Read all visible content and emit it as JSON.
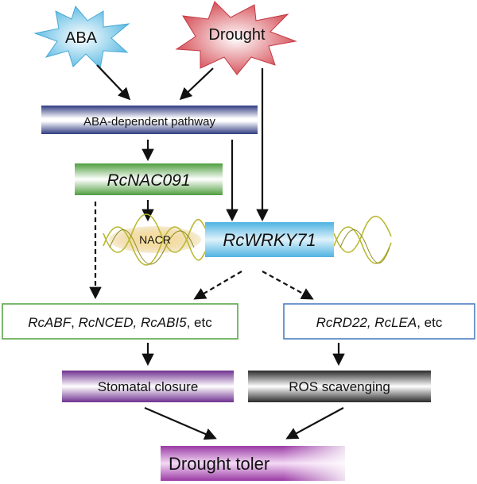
{
  "nodes": {
    "aba": {
      "label": "ABA"
    },
    "drought": {
      "label": "Drought"
    },
    "aba_pathway": {
      "label": "ABA-dependent pathway"
    },
    "rcnac091": {
      "label": "RcNAC091"
    },
    "nacr": {
      "label": "NACR"
    },
    "rcwrky71": {
      "label": "RcWRKY71"
    },
    "left_genes": {
      "part1": "RcABF",
      "part2": ", ",
      "part3": "RcNCED, RcABI5",
      "part4": ", etc"
    },
    "right_genes": {
      "part1": "RcRD22, RcLEA",
      "part2": ", etc"
    },
    "stomatal": {
      "label": "Stomatal closure"
    },
    "ros": {
      "label": "ROS scavenging"
    },
    "tolerance": {
      "label": "Drought toler"
    }
  },
  "colors": {
    "aba_burst": "#6cc3e6",
    "drought_burst": "#d9535b",
    "pathway_bar": "#3d4a8c",
    "nac_bar": "#5aa64a",
    "wrky_box": "#5cb9e4",
    "stomatal_bar": "#7b3f9a",
    "ros_bar": "#333333",
    "tolerance_bar": "#a23fa8",
    "left_box_border": "#5aa64a",
    "right_box_border": "#4f7fc0",
    "dna_strand": "#c9c93a"
  }
}
